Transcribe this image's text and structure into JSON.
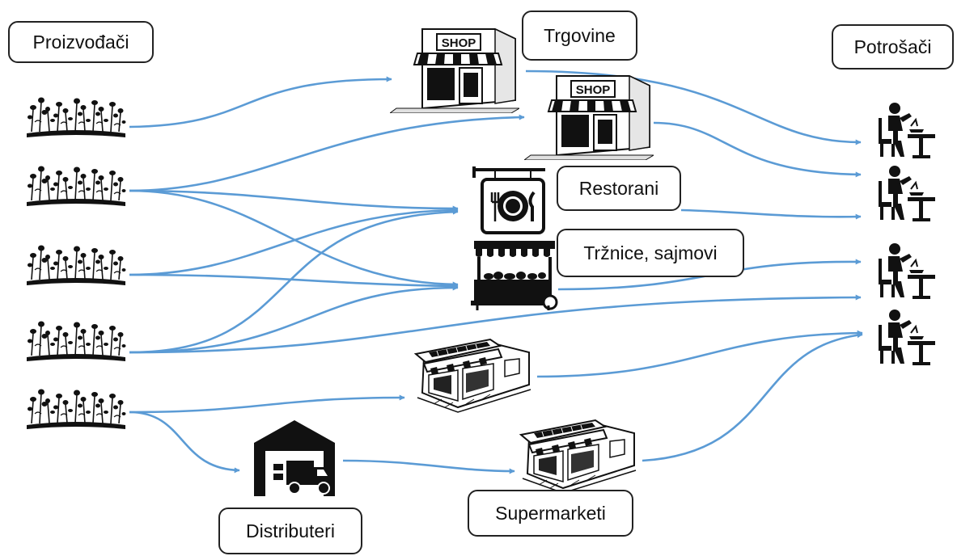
{
  "labels": {
    "producers": "Proizvođači",
    "shops": "Trgovine",
    "consumers": "Potrošači",
    "restaurants": "Restorani",
    "markets": "Tržnice, sajmovi",
    "supermarkets": "Supermarketi",
    "distributors": "Distributeri"
  },
  "shop_sign": "SHOP",
  "colors": {
    "arrow": "#5b9bd5",
    "ink": "#111111",
    "box_border": "#222222"
  },
  "icons": {
    "producer": "plants-row-icon",
    "shop": "shop-storefront-icon",
    "restaurant": "restaurant-sign-icon",
    "market": "market-stall-icon",
    "supermarket": "supermarket-building-icon",
    "distributor": "warehouse-truck-icon",
    "consumer": "person-eating-at-table-icon"
  }
}
